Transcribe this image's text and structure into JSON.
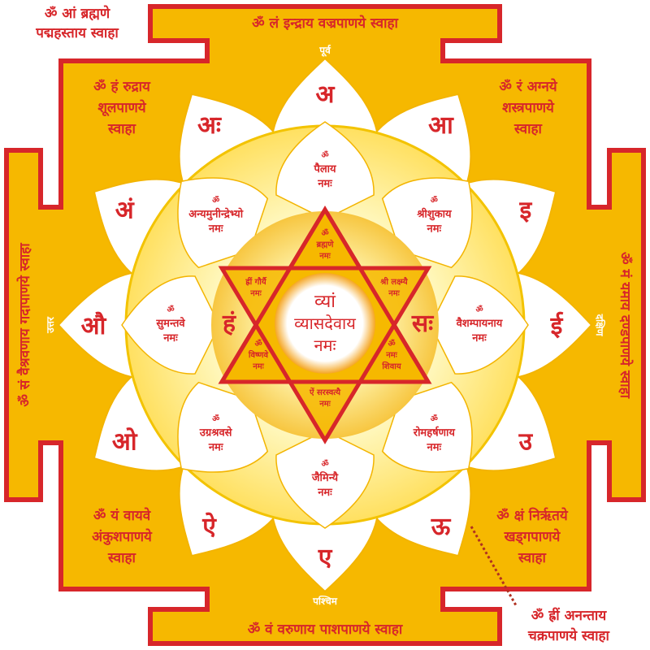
{
  "colors": {
    "red": "#d7262a",
    "gold": "#f6b800",
    "light_yellow": "#fff3a0",
    "white": "#ffffff"
  },
  "outer_mantras": {
    "top_left_outside": [
      "ॐ आं ब्रह्मणे",
      "पद्महस्ताय स्वाहा"
    ],
    "bottom_right_outside": [
      "ॐ ह्रीं अनन्ताय",
      "चक्रपाणये स्वाहा"
    ]
  },
  "gates": {
    "top": {
      "mantra": "ॐ लं इन्द्राय वज्रपाणये स्वाहा",
      "direction": "पूर्व"
    },
    "bottom": {
      "mantra": "ॐ वं वरुणाय पाशपाणये स्वाहा",
      "direction": "पश्चिम"
    },
    "left": {
      "mantra": "ॐ सं वैश्रवणाय गदापाणये स्वाहा",
      "direction": "उत्तर"
    },
    "right": {
      "mantra": "ॐ मं यमाय दण्डपाणये स्वाहा",
      "direction": "दक्षिण"
    }
  },
  "corners": {
    "top_left": [
      "ॐ हं रुद्राय",
      "शूलपाणये",
      "स्वाहा"
    ],
    "top_right": [
      "ॐ रं अग्नये",
      "शस्त्रपाणये",
      "स्वाहा"
    ],
    "bottom_left": [
      "ॐ यं वायवे",
      "अंकुशपाणये",
      "स्वाहा"
    ],
    "bottom_right": [
      "ॐ क्षं निर्ऋतये",
      "खड्गपाणये",
      "स्वाहा"
    ]
  },
  "outer_petal_letters": [
    "अ",
    "आ",
    "इ",
    "ई",
    "उ",
    "ऊ",
    "ए",
    "ऐ",
    "ओ",
    "औ",
    "अं",
    "अः"
  ],
  "inner_petals": [
    {
      "om": "ॐ",
      "name": "पैलाय",
      "namah": "नमः"
    },
    {
      "om": "ॐ",
      "name": "श्रीशुकाय",
      "namah": "नमः"
    },
    {
      "om": "ॐ",
      "name": "वैशम्पायनाय",
      "namah": "नमः"
    },
    {
      "om": "ॐ",
      "name": "रोमहर्षणाय",
      "namah": "नमः"
    },
    {
      "om": "ॐ",
      "name": "जैमिन्यै",
      "namah": "नमः"
    },
    {
      "om": "ॐ",
      "name": "उग्रश्रवसे",
      "namah": "नमः"
    },
    {
      "om": "ॐ",
      "name": "सुमन्तवे",
      "namah": "नमः"
    },
    {
      "om": "ॐ",
      "name": "अन्यमुनीन्द्रेभ्यो",
      "namah": "नमः"
    }
  ],
  "bija": {
    "left": "हं",
    "right": "सः"
  },
  "star_points": {
    "top": [
      "ॐ",
      "ब्रह्मणे",
      "नमः"
    ],
    "upper_left": [
      "ह्रीं गौर्यै",
      "नमः"
    ],
    "upper_right": [
      "श्री लक्ष्म्यै",
      "नमः"
    ],
    "lower_left": [
      "ॐ",
      "विष्णवे",
      "नमः"
    ],
    "lower_right": [
      "ॐ",
      "नमः",
      "शिवाय"
    ],
    "bottom": [
      "ऐं सरस्वत्यै",
      "नमः"
    ]
  },
  "center": [
    "व्यां",
    "व्यासदेवाय",
    "नमः"
  ]
}
